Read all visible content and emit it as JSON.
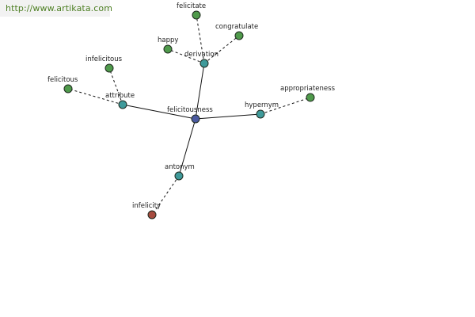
{
  "banner": {
    "url": "http://www.artikata.com"
  },
  "colors": {
    "center": "#4b5aa0",
    "relation": "#3f9a9a",
    "word": "#4f9a4b",
    "antonym_word": "#a64b3f"
  },
  "graph": {
    "nodes": [
      {
        "id": "felicitousness",
        "label": "felicitousness",
        "kind": "center"
      },
      {
        "id": "derivation",
        "label": "derivation",
        "kind": "relation"
      },
      {
        "id": "attribute",
        "label": "attribute",
        "kind": "relation"
      },
      {
        "id": "hypernym",
        "label": "hypernym",
        "kind": "relation"
      },
      {
        "id": "antonym",
        "label": "antonym",
        "kind": "relation"
      },
      {
        "id": "felicitate",
        "label": "felicitate",
        "kind": "word"
      },
      {
        "id": "congratulate",
        "label": "congratulate",
        "kind": "word"
      },
      {
        "id": "happy",
        "label": "happy",
        "kind": "word"
      },
      {
        "id": "infelicitous",
        "label": "infelicitous",
        "kind": "word"
      },
      {
        "id": "felicitous",
        "label": "felicitous",
        "kind": "word"
      },
      {
        "id": "appropriateness",
        "label": "appropriateness",
        "kind": "word"
      },
      {
        "id": "infelicity",
        "label": "infelicity",
        "kind": "antonym_word"
      }
    ],
    "edges": [
      {
        "from": "felicitousness",
        "to": "derivation",
        "style": "solid"
      },
      {
        "from": "felicitousness",
        "to": "attribute",
        "style": "solid"
      },
      {
        "from": "felicitousness",
        "to": "hypernym",
        "style": "solid"
      },
      {
        "from": "felicitousness",
        "to": "antonym",
        "style": "solid"
      },
      {
        "from": "derivation",
        "to": "felicitate",
        "style": "dashed"
      },
      {
        "from": "derivation",
        "to": "congratulate",
        "style": "dashed"
      },
      {
        "from": "derivation",
        "to": "happy",
        "style": "dashed"
      },
      {
        "from": "attribute",
        "to": "infelicitous",
        "style": "dashed"
      },
      {
        "from": "attribute",
        "to": "felicitous",
        "style": "dashed"
      },
      {
        "from": "hypernym",
        "to": "appropriateness",
        "style": "dashed"
      },
      {
        "from": "antonym",
        "to": "infelicity",
        "style": "dashed"
      }
    ]
  }
}
